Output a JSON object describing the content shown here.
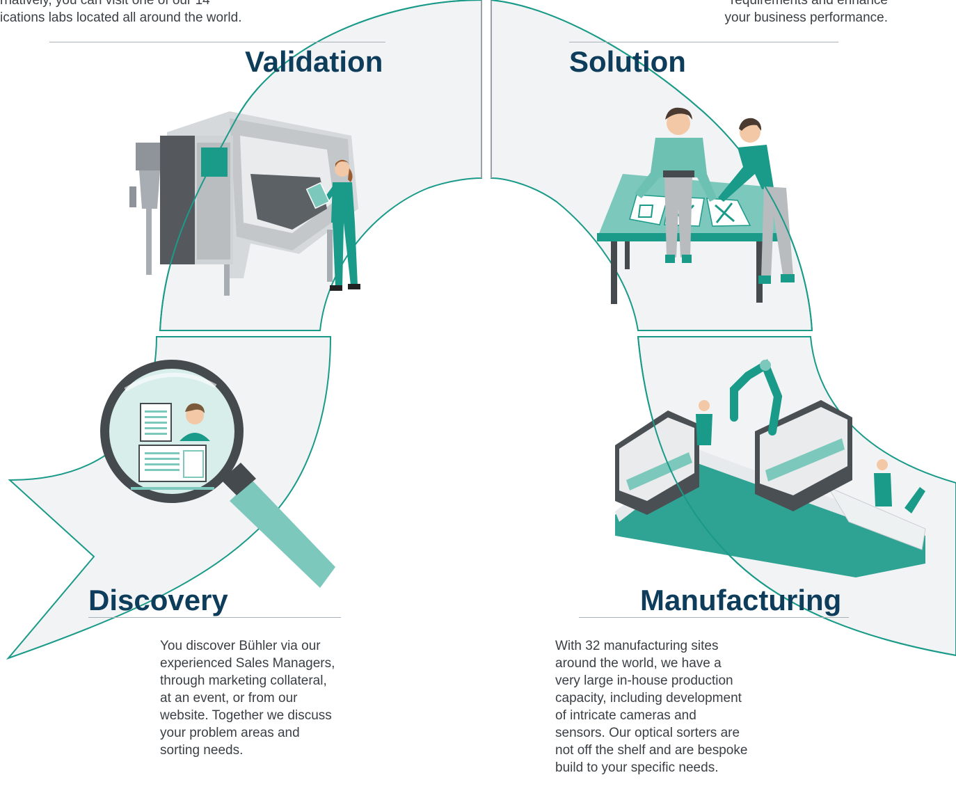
{
  "colors": {
    "accent": "#1a9a88",
    "accent_light": "#7cc8bc",
    "panel": "#f2f3f4",
    "heading": "#0e3d5c",
    "text": "#3a3f44",
    "metal": "#9aa0a5",
    "dark": "#454a4e"
  },
  "validation": {
    "heading": "Validation",
    "text_lines": [
      "rnatively, you can visit one of our 14",
      "ications labs located all around the world."
    ]
  },
  "solution": {
    "heading": "Solution",
    "text_lines": [
      "requirements and enhance",
      "your business performance."
    ]
  },
  "discovery": {
    "heading": "Discovery",
    "text_lines": [
      "You discover Bühler via our",
      "experienced Sales Managers,",
      "through marketing collateral,",
      "at an event, or from our",
      "website. Together we discuss",
      "your problem areas and",
      "sorting needs."
    ]
  },
  "manufacturing": {
    "heading": "Manufacturing",
    "text_lines": [
      "With 32 manufacturing sites",
      "around the world, we have a",
      "very large in-house production",
      "capacity, including development",
      "of intricate cameras and",
      "sensors. Our optical sorters are",
      "not off the shelf and are bespoke",
      "build to your specific needs."
    ]
  }
}
